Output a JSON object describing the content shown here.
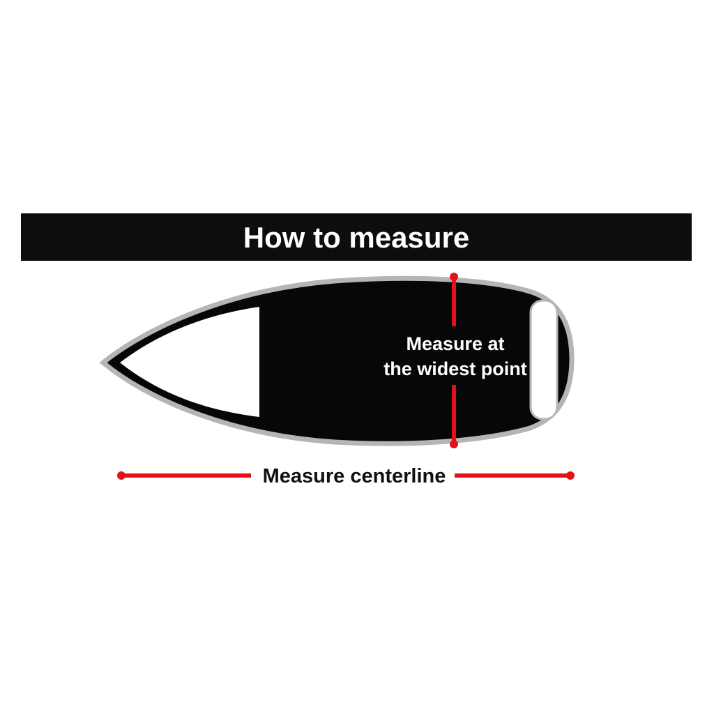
{
  "title_banner": {
    "label": "How to measure"
  },
  "annotations": {
    "width_measure_line1": "Measure at",
    "width_measure_line2": "the widest point",
    "centerline_measure": "Measure centerline"
  },
  "icons": {
    "boat_top_view": "boat-top-view-silhouette",
    "width_measure_line": "vertical-red-measure-line",
    "centerline_measure_line": "horizontal-red-measure-line"
  },
  "colors": {
    "accent_red": "#e31219",
    "banner_black": "#0d0d0d",
    "boat_black": "#070707",
    "hull_outline_gray": "#b5b5b5",
    "background_white": "#ffffff"
  }
}
